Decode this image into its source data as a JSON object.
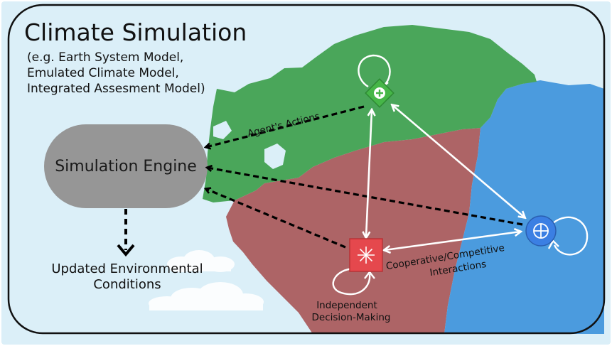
{
  "title": "Climate Simulation",
  "subtitle_lines": [
    "(e.g. Earth System Model,",
    "Emulated Climate Model,",
    "Integrated Assesment Model)"
  ],
  "engine_label": "Simulation Engine",
  "output_lines": [
    "Updated Environmental",
    "Conditions"
  ],
  "actions_label": "Agent's Actions",
  "interaction_lines": [
    "Cooperative/Competitive",
    "Interactions"
  ],
  "decision_lines": [
    "Independent",
    "Decision-Making"
  ],
  "colors": {
    "background": "#dbeff8",
    "green_region": "#4aa65a",
    "red_region": "#ad6466",
    "blue_region": "#4b9bde",
    "engine": "#969696",
    "agent_green": "#46b648",
    "agent_red": "#e5484d",
    "agent_blue": "#3b7fe3"
  },
  "icons": [
    "plus-diamond-icon",
    "asterisk-square-icon",
    "crosshair-circle-icon"
  ]
}
